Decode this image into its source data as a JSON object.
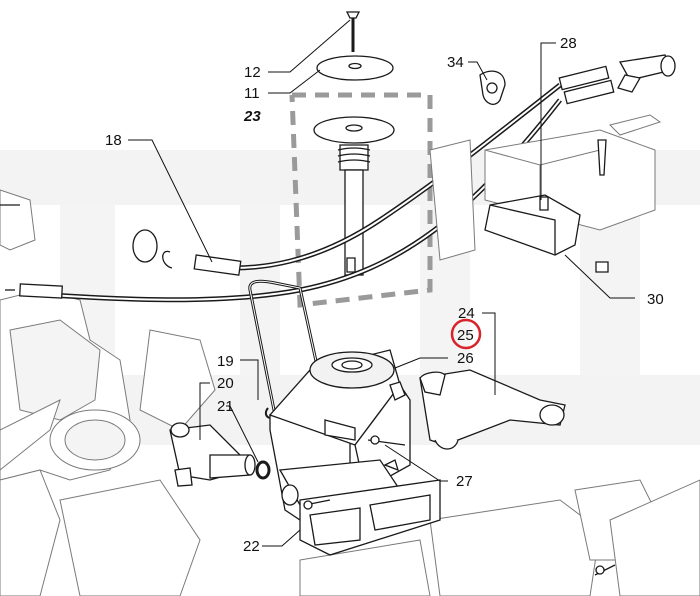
{
  "diagram": {
    "callouts": {
      "c12": "12",
      "c11": "11",
      "c23": "23",
      "c18": "18",
      "c34": "34",
      "c28": "28",
      "c30": "30",
      "c24": "24",
      "c25": "25",
      "c26": "26",
      "c19": "19",
      "c20": "20",
      "c21": "21",
      "c27": "27",
      "c22": "22"
    },
    "highlighted_callout": "25",
    "highlight_color": "#d8232a",
    "line_color": "#1a1a1a",
    "watermark_color": "#e9e9e9"
  }
}
